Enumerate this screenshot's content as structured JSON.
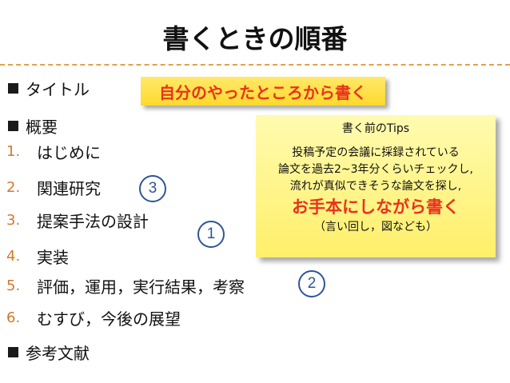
{
  "slide": {
    "title": "書くときの順番"
  },
  "outline": {
    "items": [
      {
        "marker": "",
        "text": "タイトル"
      },
      {
        "marker": "",
        "text": "概要"
      },
      {
        "marker": "1.",
        "text": "はじめに"
      },
      {
        "marker": "2.",
        "text": "関連研究"
      },
      {
        "marker": "3.",
        "text": "提案手法の設計"
      },
      {
        "marker": "4.",
        "text": "実装"
      },
      {
        "marker": "5.",
        "text": "評価，運用，実行結果，考察"
      },
      {
        "marker": "6.",
        "text": "むすび，今後の展望"
      },
      {
        "marker": "",
        "text": "参考文献"
      }
    ]
  },
  "callout": {
    "text": "自分のやったところから書く"
  },
  "tips": {
    "heading": "書く前のTips",
    "lines": [
      "投稿予定の会議に採録されている",
      "論文を過去2~3年分くらいチェックし,",
      "流れが真似できそうな論文を探し,"
    ],
    "highlight": "お手本にしながら書く",
    "note": "（言い回し，図なども）"
  },
  "badges": {
    "first": "1",
    "second": "2",
    "third": "3"
  },
  "colors": {
    "accent_red": "#e8331c",
    "number_orange": "#d4792a",
    "badge_blue": "#2e5597",
    "note_yellow": "#ffef6a"
  }
}
